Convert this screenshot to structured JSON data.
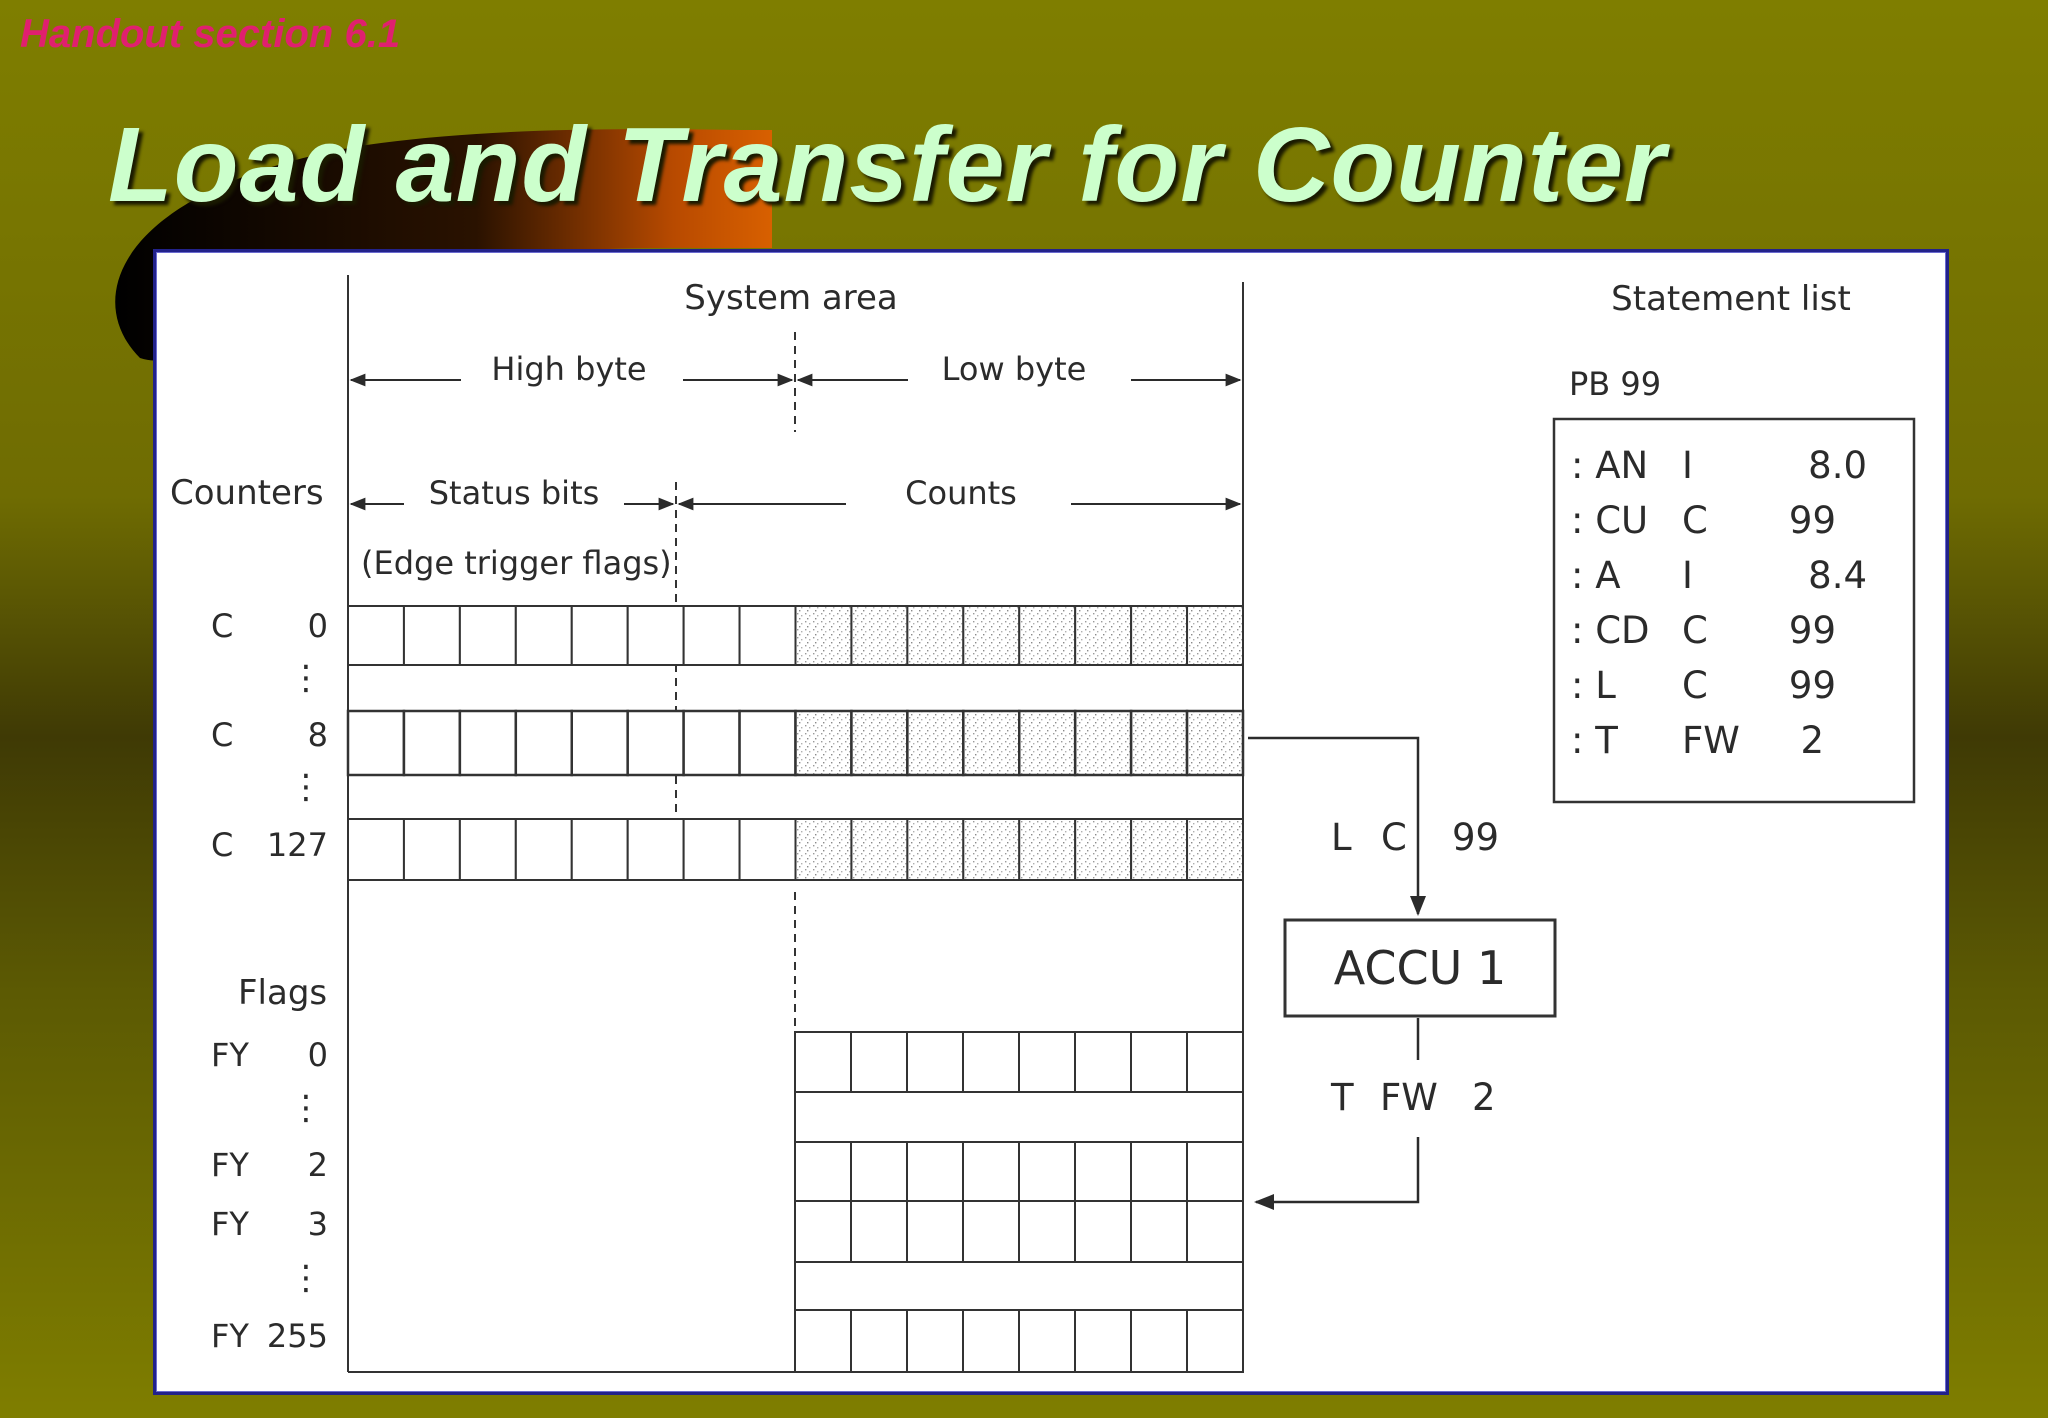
{
  "slide": {
    "handout": "Handout section 6.1",
    "title": "Load and Transfer for Counter"
  },
  "diagram": {
    "system_area": "System area",
    "high_byte": "High byte",
    "low_byte": "Low byte",
    "counters_label": "Counters",
    "status_bits": "Status bits",
    "counts": "Counts",
    "edge_trigger": "(Edge trigger flags)",
    "counter_rows": [
      {
        "name": "C",
        "num": "0"
      },
      {
        "name": "C",
        "num": "8"
      },
      {
        "name": "C",
        "num": "127"
      }
    ],
    "flags_label": "Flags",
    "flag_rows": [
      {
        "name": "FY",
        "num": "0"
      },
      {
        "name": "FY",
        "num": "2"
      },
      {
        "name": "FY",
        "num": "3"
      },
      {
        "name": "FY",
        "num": "255"
      }
    ],
    "vdots": "⋮",
    "load_op": {
      "op": "L",
      "arg": "C",
      "num": "99"
    },
    "accu": "ACCU 1",
    "transfer_op": {
      "op": "T",
      "arg": "FW",
      "num": "2"
    },
    "statement_list": {
      "title": "Statement list",
      "block": "PB 99",
      "lines": [
        {
          "op": ": AN",
          "arg": "I",
          "val": "8.0"
        },
        {
          "op": ": CU",
          "arg": "C",
          "val": "99"
        },
        {
          "op": ": A",
          "arg": "I",
          "val": "8.4"
        },
        {
          "op": ": CD",
          "arg": "C",
          "val": "99"
        },
        {
          "op": ": L",
          "arg": "C",
          "val": "99"
        },
        {
          "op": ": T",
          "arg": "FW",
          "val": "2"
        }
      ]
    }
  }
}
